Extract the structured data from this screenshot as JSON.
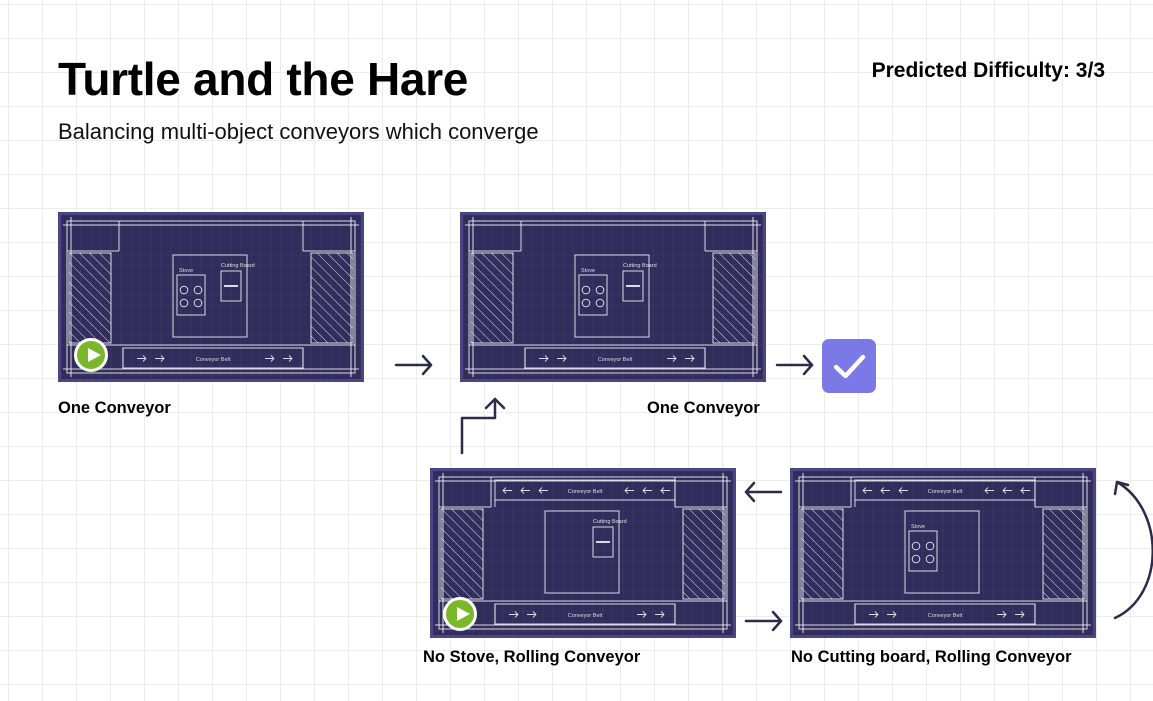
{
  "header": {
    "title": "Turtle and the Hare",
    "subtitle": "Balancing multi-object conveyors which converge",
    "difficulty": "Predicted Difficulty: 3/3"
  },
  "colors": {
    "panel_bg": "#302d5c",
    "panel_border": "#4a4685",
    "play": "#78b82a",
    "check": "#7b79e6",
    "arrow": "#2d2a4a"
  },
  "labels": {
    "stove": "Stove",
    "cutting_board": "Cutting Board",
    "conveyor_belt": "Conveyor Belt"
  },
  "layouts": [
    {
      "caption": "One Conveyor",
      "stove": true,
      "cutting_board": true,
      "conveyor": "bottom",
      "start": true
    },
    {
      "caption": "One Conveyor",
      "stove": true,
      "cutting_board": true,
      "conveyor": "bottom",
      "start": false
    },
    {
      "caption": "No Stove, Rolling Conveyor",
      "stove": false,
      "cutting_board": true,
      "conveyor": "rolling",
      "start": true
    },
    {
      "caption": "No Cutting board, Rolling Conveyor",
      "stove": true,
      "cutting_board": false,
      "conveyor": "rolling",
      "start": false
    }
  ],
  "icons": {
    "play": "play-icon",
    "check": "checkmark-icon",
    "arrow": "arrow-right-icon"
  }
}
